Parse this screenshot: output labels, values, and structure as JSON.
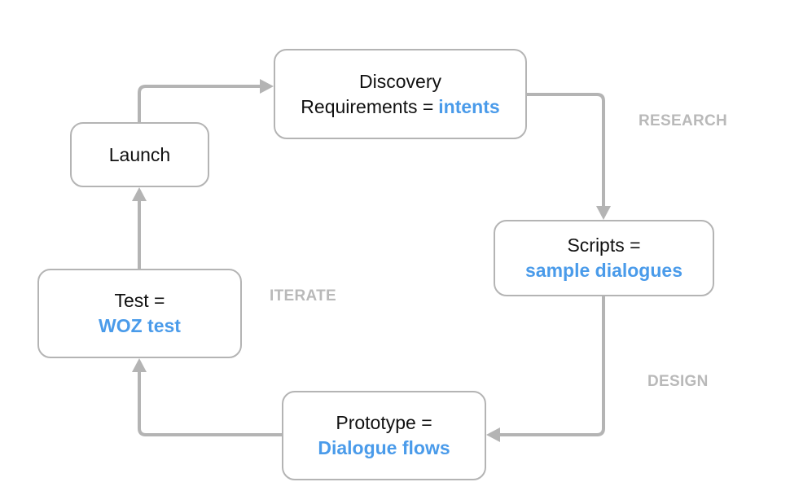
{
  "colors": {
    "connector": "#b4b4b4",
    "accent": "#4a9bea",
    "phase_label": "#b9b9b9",
    "text": "#111111"
  },
  "nodes": {
    "discovery": {
      "line1": "Discovery",
      "line2": "Requirements =",
      "highlight": "intents"
    },
    "scripts": {
      "line1": "Scripts =",
      "highlight": "sample dialogues"
    },
    "prototype": {
      "line1": "Prototype =",
      "highlight": "Dialogue flows"
    },
    "test": {
      "line1": "Test =",
      "highlight": "WOZ test"
    },
    "launch": {
      "line1": "Launch"
    }
  },
  "phases": {
    "research": "RESEARCH",
    "design": "DESIGN",
    "iterate": "ITERATE"
  },
  "connectors": [
    {
      "from": "launch",
      "to": "discovery"
    },
    {
      "from": "discovery",
      "to": "scripts"
    },
    {
      "from": "scripts",
      "to": "prototype"
    },
    {
      "from": "prototype",
      "to": "test"
    },
    {
      "from": "test",
      "to": "launch"
    }
  ]
}
